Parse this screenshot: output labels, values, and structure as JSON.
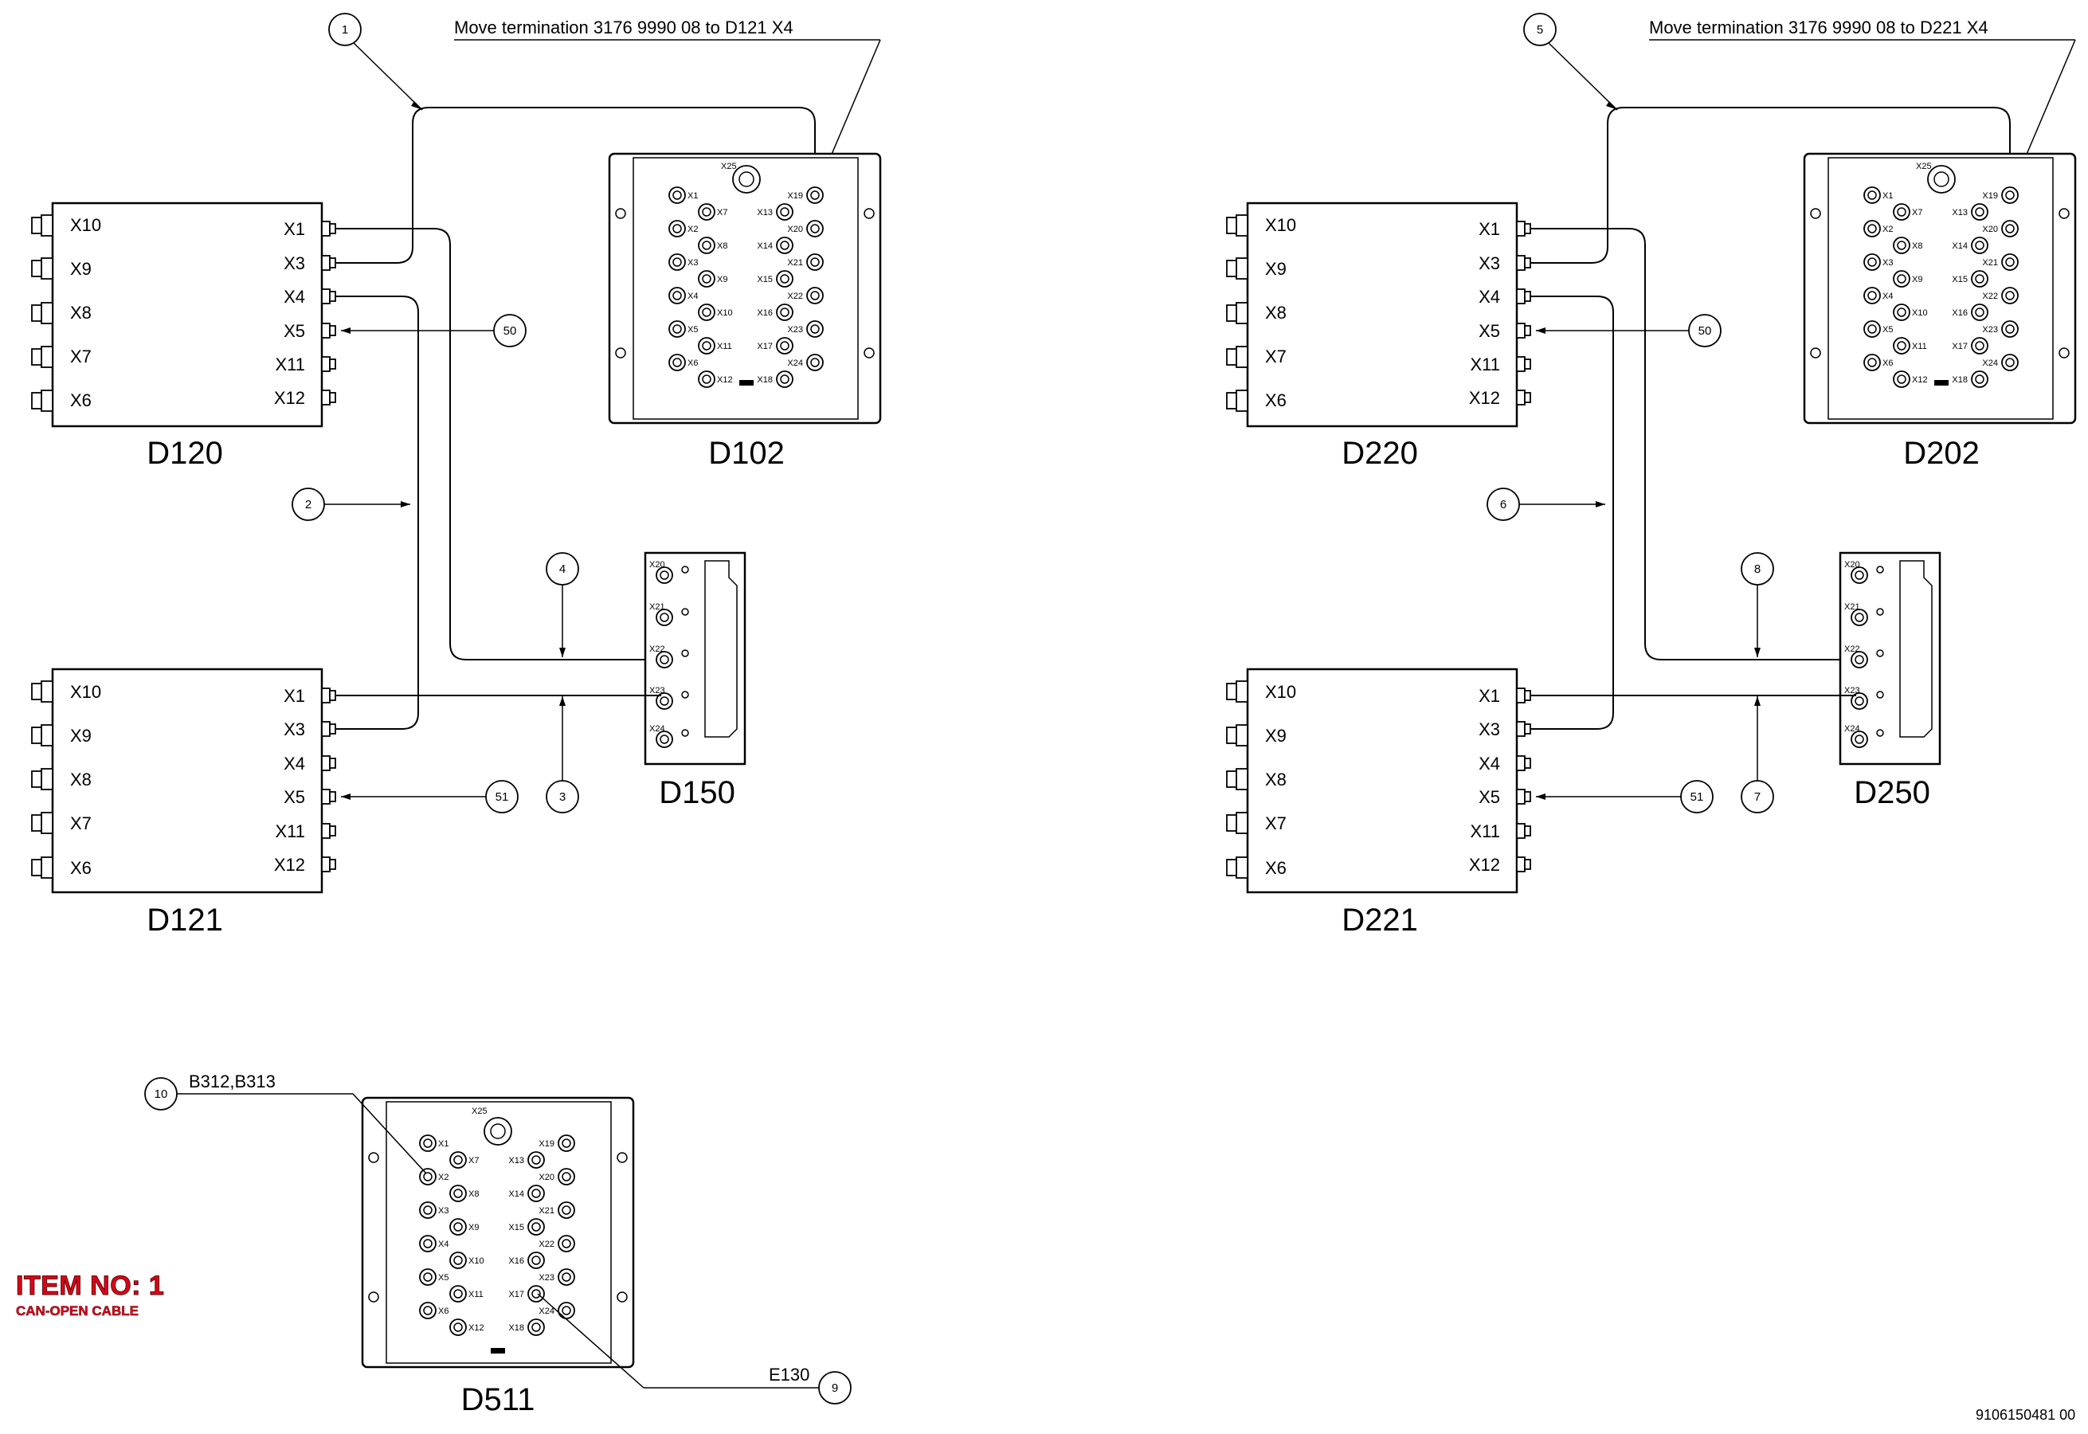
{
  "notes": {
    "left": "Move termination 3176 9990 08 to D121 X4",
    "right": "Move termination 3176 9990 08 to D221 X4",
    "sensors": "B312,B313",
    "light": "E130"
  },
  "item": {
    "title": "ITEM NO: 1",
    "subtitle": "CAN-OPEN CABLE"
  },
  "doc_number": "9106150481 00",
  "modules": {
    "d120": "D120",
    "d121": "D121",
    "d102": "D102",
    "d150": "D150",
    "d220": "D220",
    "d221": "D221",
    "d202": "D202",
    "d250": "D250",
    "d511": "D511"
  },
  "io_ports": {
    "left_side": [
      "X10",
      "X9",
      "X8",
      "X7",
      "X6"
    ],
    "right_side": [
      "X1",
      "X3",
      "X4",
      "X5",
      "X11",
      "X12"
    ]
  },
  "large_module_ports": {
    "top": "X25",
    "col1": [
      "X1",
      "X2",
      "X3",
      "X4",
      "X5",
      "X6"
    ],
    "col2": [
      "X7",
      "X8",
      "X9",
      "X10",
      "X11",
      "X12"
    ],
    "col3": [
      "X13",
      "X14",
      "X15",
      "X16",
      "X17",
      "X18"
    ],
    "col4": [
      "X19",
      "X20",
      "X21",
      "X22",
      "X23",
      "X24"
    ]
  },
  "small_module_ports": [
    "X20",
    "X21",
    "X22",
    "X23",
    "X24"
  ],
  "bubbles": {
    "left": [
      "1",
      "2",
      "3",
      "4",
      "50",
      "51"
    ],
    "right": [
      "5",
      "6",
      "7",
      "8",
      "50",
      "51"
    ],
    "bottom": [
      "10",
      "9"
    ]
  }
}
